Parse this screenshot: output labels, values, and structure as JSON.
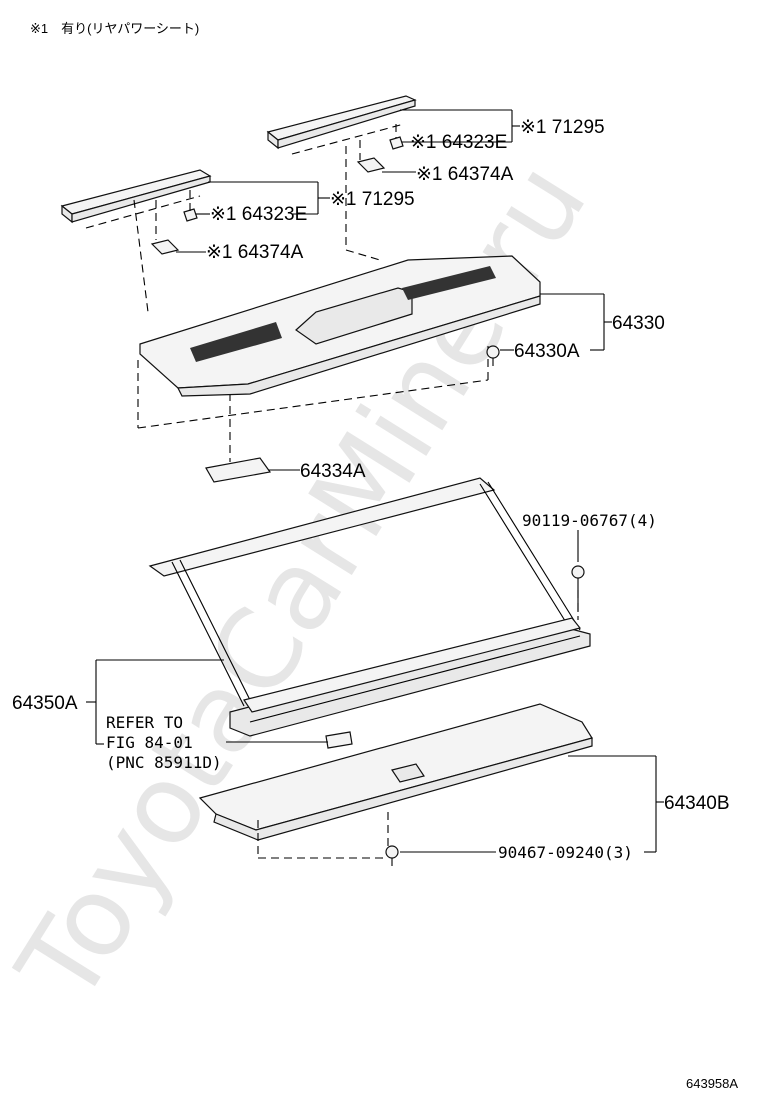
{
  "header_note": "※1　有り(リヤパワーシート)",
  "figure_id": "643958A",
  "watermark": "ToyotaCarMine.ru",
  "labels": {
    "p_71295_a": "※1 71295",
    "p_64323e_a": "※1 64323E",
    "p_64374a_a": "※1 64374A",
    "p_71295_b": "※1 71295",
    "p_64323e_b": "※1 64323E",
    "p_64374a_b": "※1 64374A",
    "p_64330": "64330",
    "p_64330a": "64330A",
    "p_64334a": "64334A",
    "p_90119": "90119-06767(4)",
    "p_64350a": "64350A",
    "refer_1": "REFER TO",
    "refer_2": "FIG 84-01",
    "refer_3": "(PNC 85911D)",
    "p_64340b": "64340B",
    "p_90467": "90467-09240(3)"
  }
}
